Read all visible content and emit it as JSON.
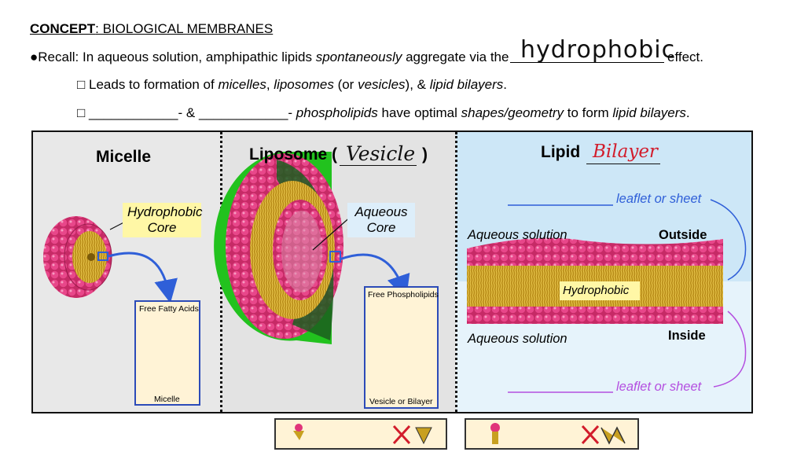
{
  "header": {
    "concept_label": "CONCEPT",
    "concept_topic": ": BIOLOGICAL MEMBRANES"
  },
  "recall": {
    "bullet": "●",
    "prefix": "Recall: In aqueous solution, amphipathic lipids ",
    "spontaneously": "spontaneously",
    "middle": " aggregate via the ",
    "answer": "hydrophobic",
    "suffix": " effect."
  },
  "leads": {
    "box": "□",
    "prefix": " Leads to formation of ",
    "micelles": "micelles",
    "comma1": ", ",
    "liposomes": "liposomes",
    "or": " (or ",
    "vesicles": "vesicles",
    "close": "), & ",
    "bilayers": "lipid bilayers",
    "period": "."
  },
  "shapes": {
    "box": "□",
    "blank1": "____________",
    "dash_and": "- & ",
    "blank2": "____________",
    "dash": "- ",
    "phospholipids": "phospholipids",
    "have": " have optimal ",
    "geometry": "shapes/geometry",
    "toform": " to form ",
    "bilayers": "lipid bilayers",
    "period": "."
  },
  "panels": {
    "micelle": {
      "title": "Micelle",
      "core_label_line1": "Hydrophobic",
      "core_label_line2": "Core",
      "box_title": "Free Fatty Acids",
      "box_caption": "Micelle"
    },
    "liposome": {
      "title_prefix": "Liposome (",
      "title_answer": "Vesicle",
      "title_suffix": ")",
      "core_label_line1": "Aqueous",
      "core_label_line2": "Core",
      "box_title": "Free Phospholipids",
      "box_caption": "Vesicle or Bilayer"
    },
    "bilayer": {
      "title_prefix": "Lipid ",
      "title_answer": "Bilayer",
      "leaflet_top": "leaflet or sheet",
      "leaflet_bottom": "leaflet or sheet",
      "aqueous_top": "Aqueous solution",
      "outside": "Outside",
      "hydrophobic": "Hydrophobic",
      "aqueous_bottom": "Aqueous solution",
      "inside": "Inside"
    }
  },
  "colors": {
    "head_pink": "#e0357a",
    "tail_gold": "#c8a020",
    "liposome_green": "#22c21e",
    "arrow_blue": "#2f5fd8",
    "leaflet_purple": "#b44fe0",
    "answer_red": "#d21c2b"
  }
}
